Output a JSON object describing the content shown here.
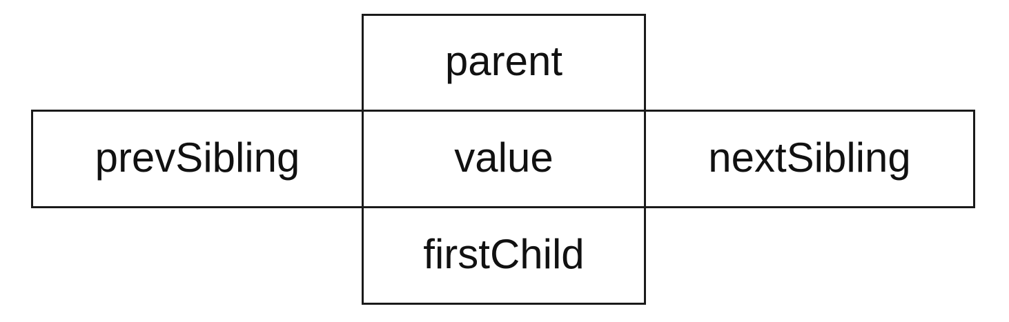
{
  "diagram": {
    "top": {
      "label": "parent"
    },
    "left": {
      "label": "prevSibling"
    },
    "center": {
      "label": "value"
    },
    "right": {
      "label": "nextSibling"
    },
    "bottom": {
      "label": "firstChild"
    }
  },
  "colors": {
    "border": "#1a1a1a",
    "text": "#111111",
    "background": "#ffffff"
  }
}
